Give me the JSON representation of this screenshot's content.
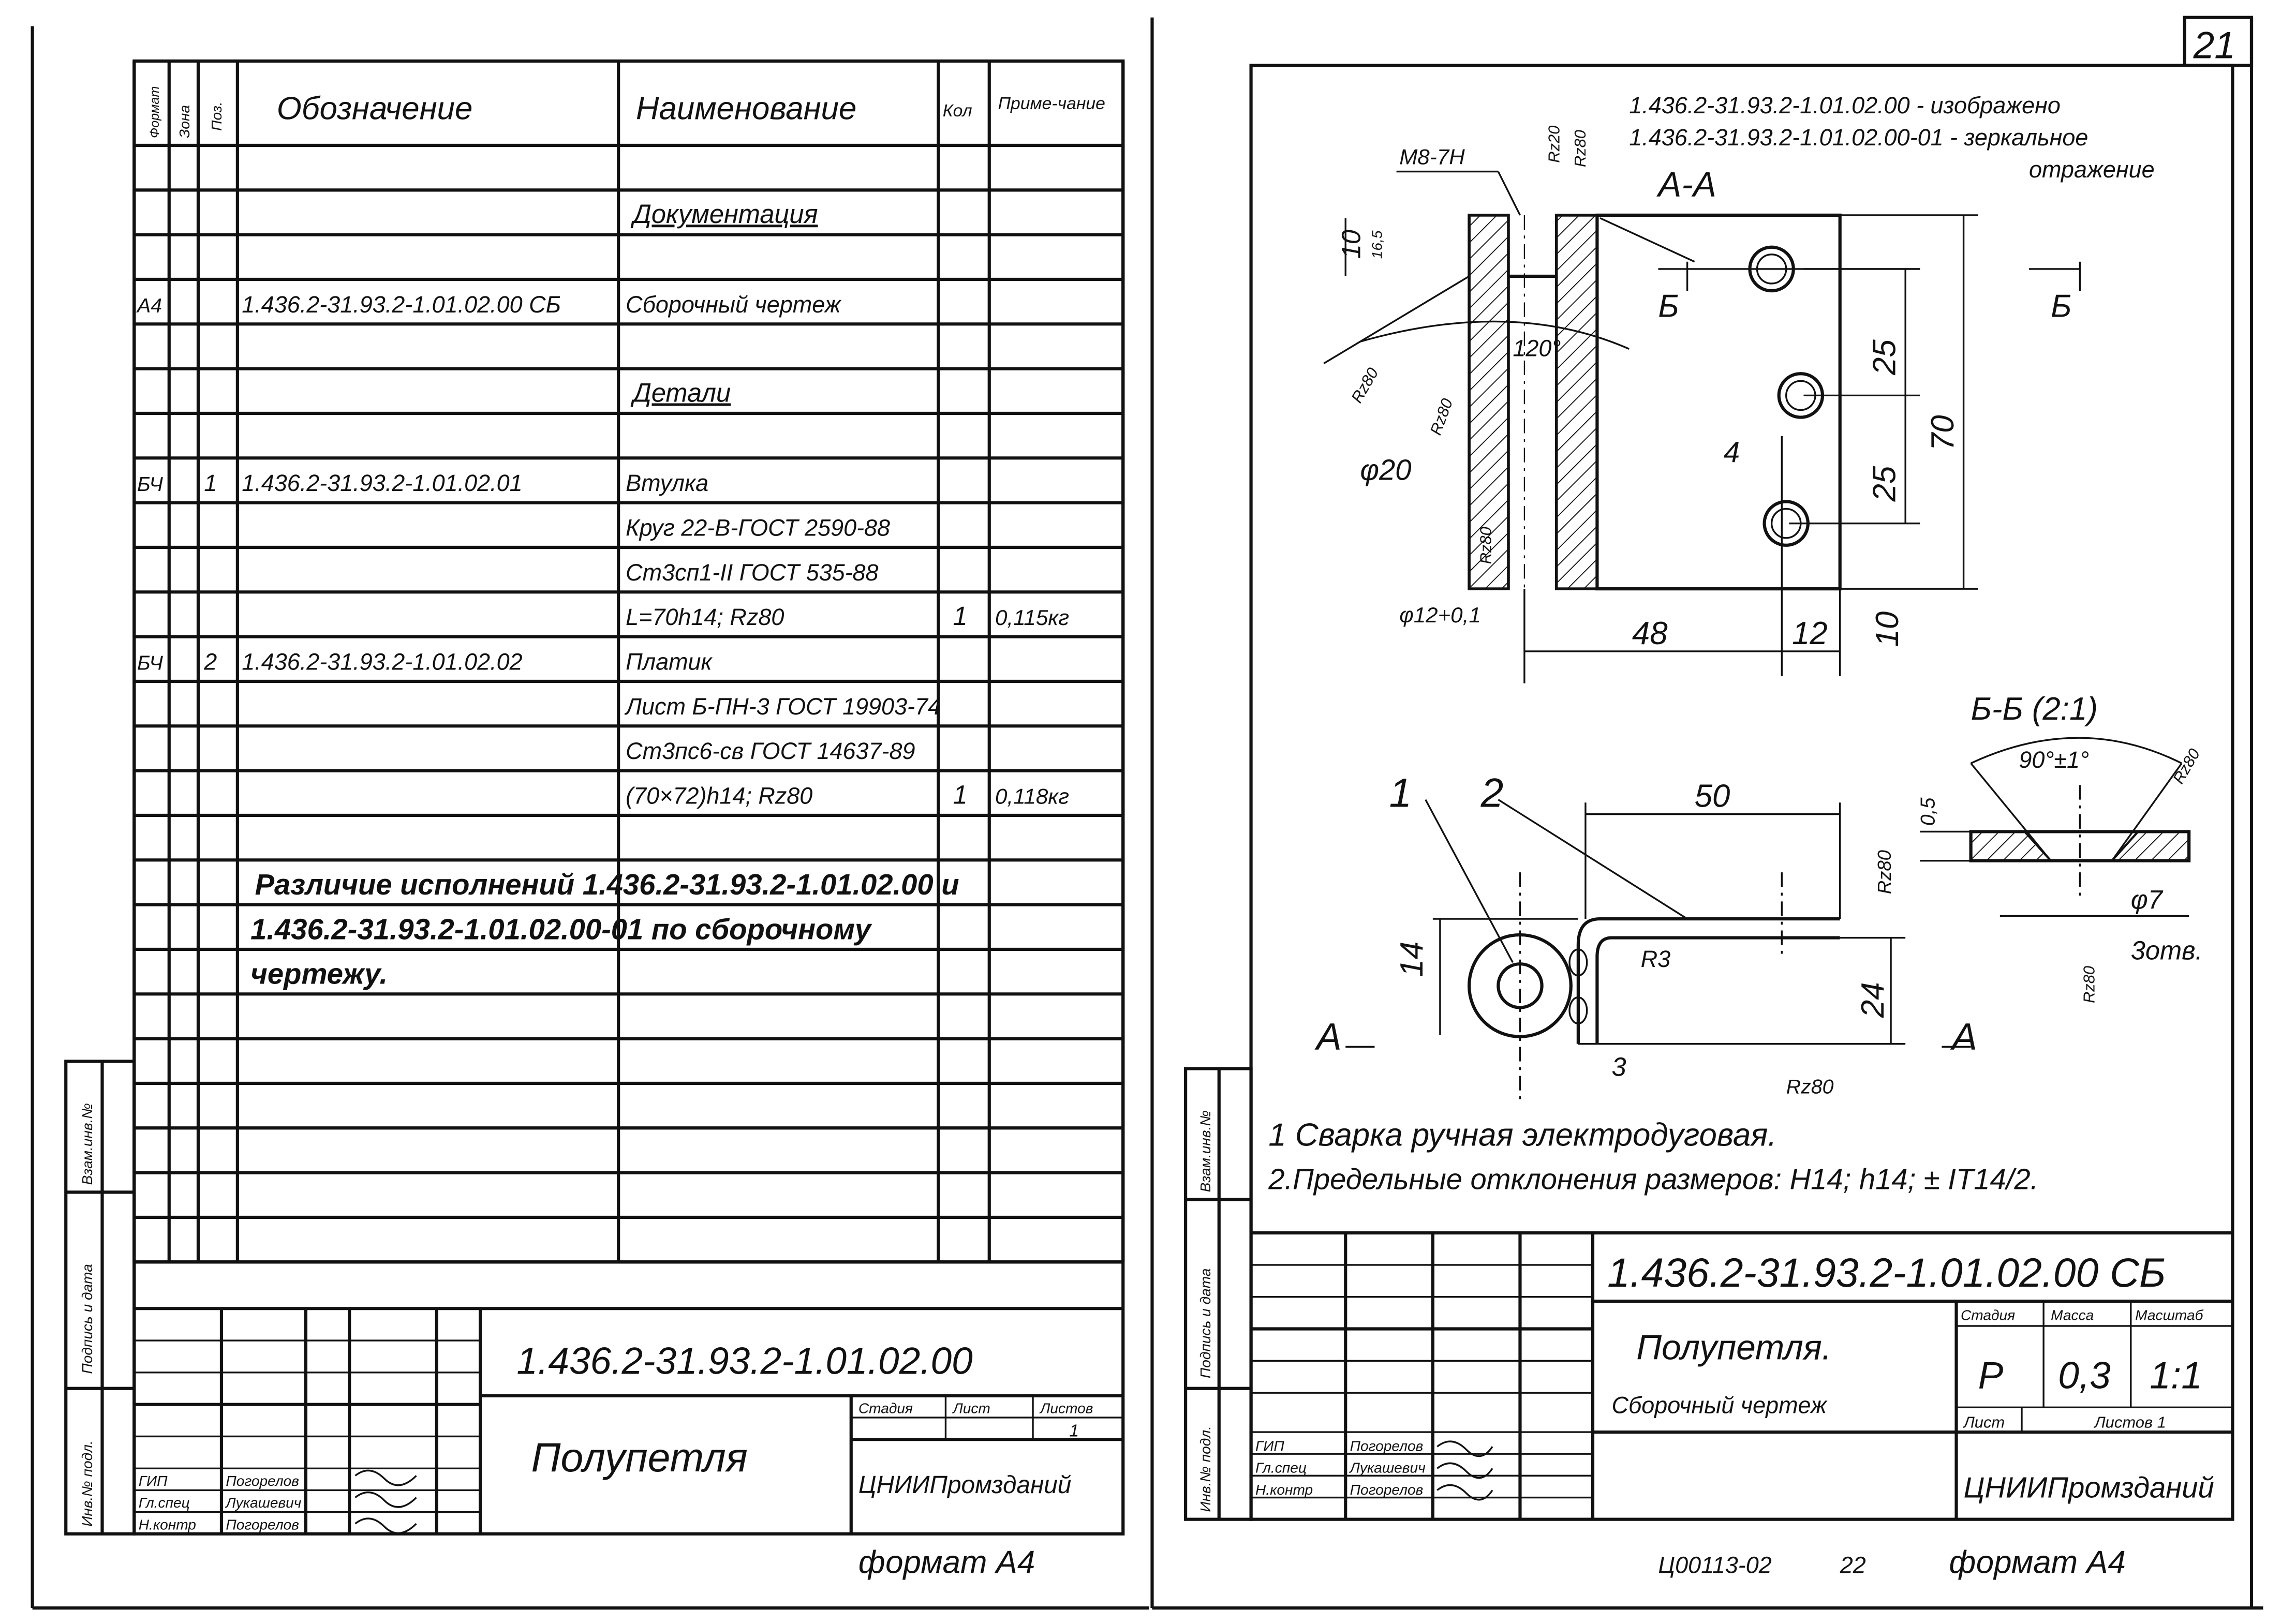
{
  "page_number": "21",
  "spec": {
    "headers": {
      "format": "Формат",
      "zone": "Зона",
      "pos": "Поз.",
      "designation": "Обозначение",
      "name": "Наименование",
      "qty": "Кол",
      "note": "Приме-чание"
    },
    "rows": [
      {},
      {
        "name": "Документация",
        "underline": true
      },
      {},
      {
        "format": "А4",
        "designation": "1.436.2-31.93.2-1.01.02.00 СБ",
        "name": "Сборочный чертеж"
      },
      {},
      {
        "name": "Детали",
        "underline": true
      },
      {},
      {
        "format": "БЧ",
        "pos": "1",
        "designation": "1.436.2-31.93.2-1.01.02.01",
        "name": "Втулка"
      },
      {
        "name": "Круг 22-В-ГОСТ 2590-88"
      },
      {
        "name": "Ст3сп1-II ГОСТ 535-88"
      },
      {
        "name": "L=70h14;  Rz80",
        "qty": "1",
        "note": "0,115кг"
      },
      {
        "format": "БЧ",
        "pos": "2",
        "designation": "1.436.2-31.93.2-1.01.02.02",
        "name": "Платик"
      },
      {
        "name": "Лист Б-ПН-3 ГОСТ 19903-74"
      },
      {
        "name": "Ст3пс6-св ГОСТ 14637-89"
      },
      {
        "name": "(70×72)h14;  Rz80",
        "qty": "1",
        "note": "0,118кг"
      },
      {},
      {
        "span": "Различие исполнений 1.436.2-31.93.2-1.01.02.00 и"
      },
      {
        "span": "1.436.2-31.93.2-1.01.02.00-01 по сборочному"
      },
      {
        "span": "чертежу."
      },
      {},
      {},
      {},
      {},
      {},
      {}
    ]
  },
  "side_strip": {
    "replaced_inv": "Взам.инв.№",
    "signature_date": "Подпись и дата",
    "inv_orig": "Инв.№ подл."
  },
  "left_title_block": {
    "designation": "1.436.2-31.93.2-1.01.02.00",
    "name": "Полупетля",
    "stage_label": "Стадия",
    "sheet_label": "Лист",
    "sheets_label": "Листов",
    "sheets_value": "1",
    "organization": "ЦНИИПромзданий",
    "signatures": [
      {
        "role": "ГИП",
        "name": "Погорелов"
      },
      {
        "role": "Гл.спец",
        "name": "Лукашевич"
      },
      {
        "role": "Н.контр",
        "name": "Погорелов"
      }
    ],
    "format": "формат А4"
  },
  "drawing": {
    "variants": [
      "1.436.2-31.93.2-1.01.02.00 - изображено",
      "1.436.2-31.93.2-1.01.02.00-01 - зеркальное",
      "отражение"
    ],
    "labels": {
      "section_aa": "А-А",
      "thread": "М8-7Н",
      "rz20": "Rz20",
      "rz80": "Rz80",
      "d10": "10",
      "d16": "16,5",
      "angle120": "120°",
      "dia20": "φ20",
      "dia12": "φ12+0,1",
      "d48": "48",
      "d12": "12",
      "d10b": "10",
      "b": "Б",
      "d25": "25",
      "d70": "70",
      "d4": "4",
      "pos1": "1",
      "pos2": "2",
      "d50": "50",
      "r3": "R3",
      "d14": "14",
      "d24": "24",
      "a": "А",
      "d3": "3",
      "section_bb": "Б-Б (2:1)",
      "angle90": "90°±1°",
      "d05": "0,5",
      "dia7": "φ7",
      "holes": "3отв."
    },
    "notes": [
      "1 Сварка ручная  электродуговая.",
      "2.Предельные отклонения размеров: H14; h14; ± IT14/2."
    ]
  },
  "right_title_block": {
    "designation": "1.436.2-31.93.2-1.01.02.00 СБ",
    "name": "Полупетля.",
    "doc_type": "Сборочный чертеж",
    "stage_label": "Стадия",
    "mass_label": "Масса",
    "scale_label": "Масштаб",
    "stage": "Р",
    "mass": "0,3",
    "scale": "1:1",
    "sheet_label": "Лист",
    "sheets_label": "Листов 1",
    "organization": "ЦНИИПромзданий",
    "signatures": [
      {
        "role": "ГИП",
        "name": "Погорелов"
      },
      {
        "role": "Гл.спец",
        "name": "Лукашевич"
      },
      {
        "role": "Н.контр",
        "name": "Погорелов"
      }
    ],
    "footer_code": "Ц00113-02",
    "footer_num": "22",
    "format": "формат А4"
  }
}
